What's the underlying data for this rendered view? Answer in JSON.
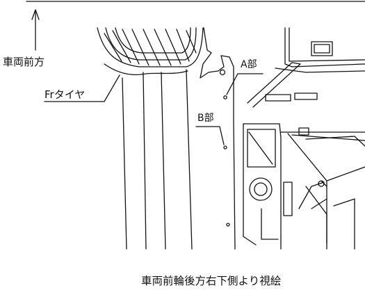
{
  "labels": {
    "vehicle_front": "車両前方",
    "front_tire": "Frタイヤ",
    "part_a": "A部",
    "part_b": "B部",
    "caption": "車両前輪後方右下側より視絵"
  }
}
